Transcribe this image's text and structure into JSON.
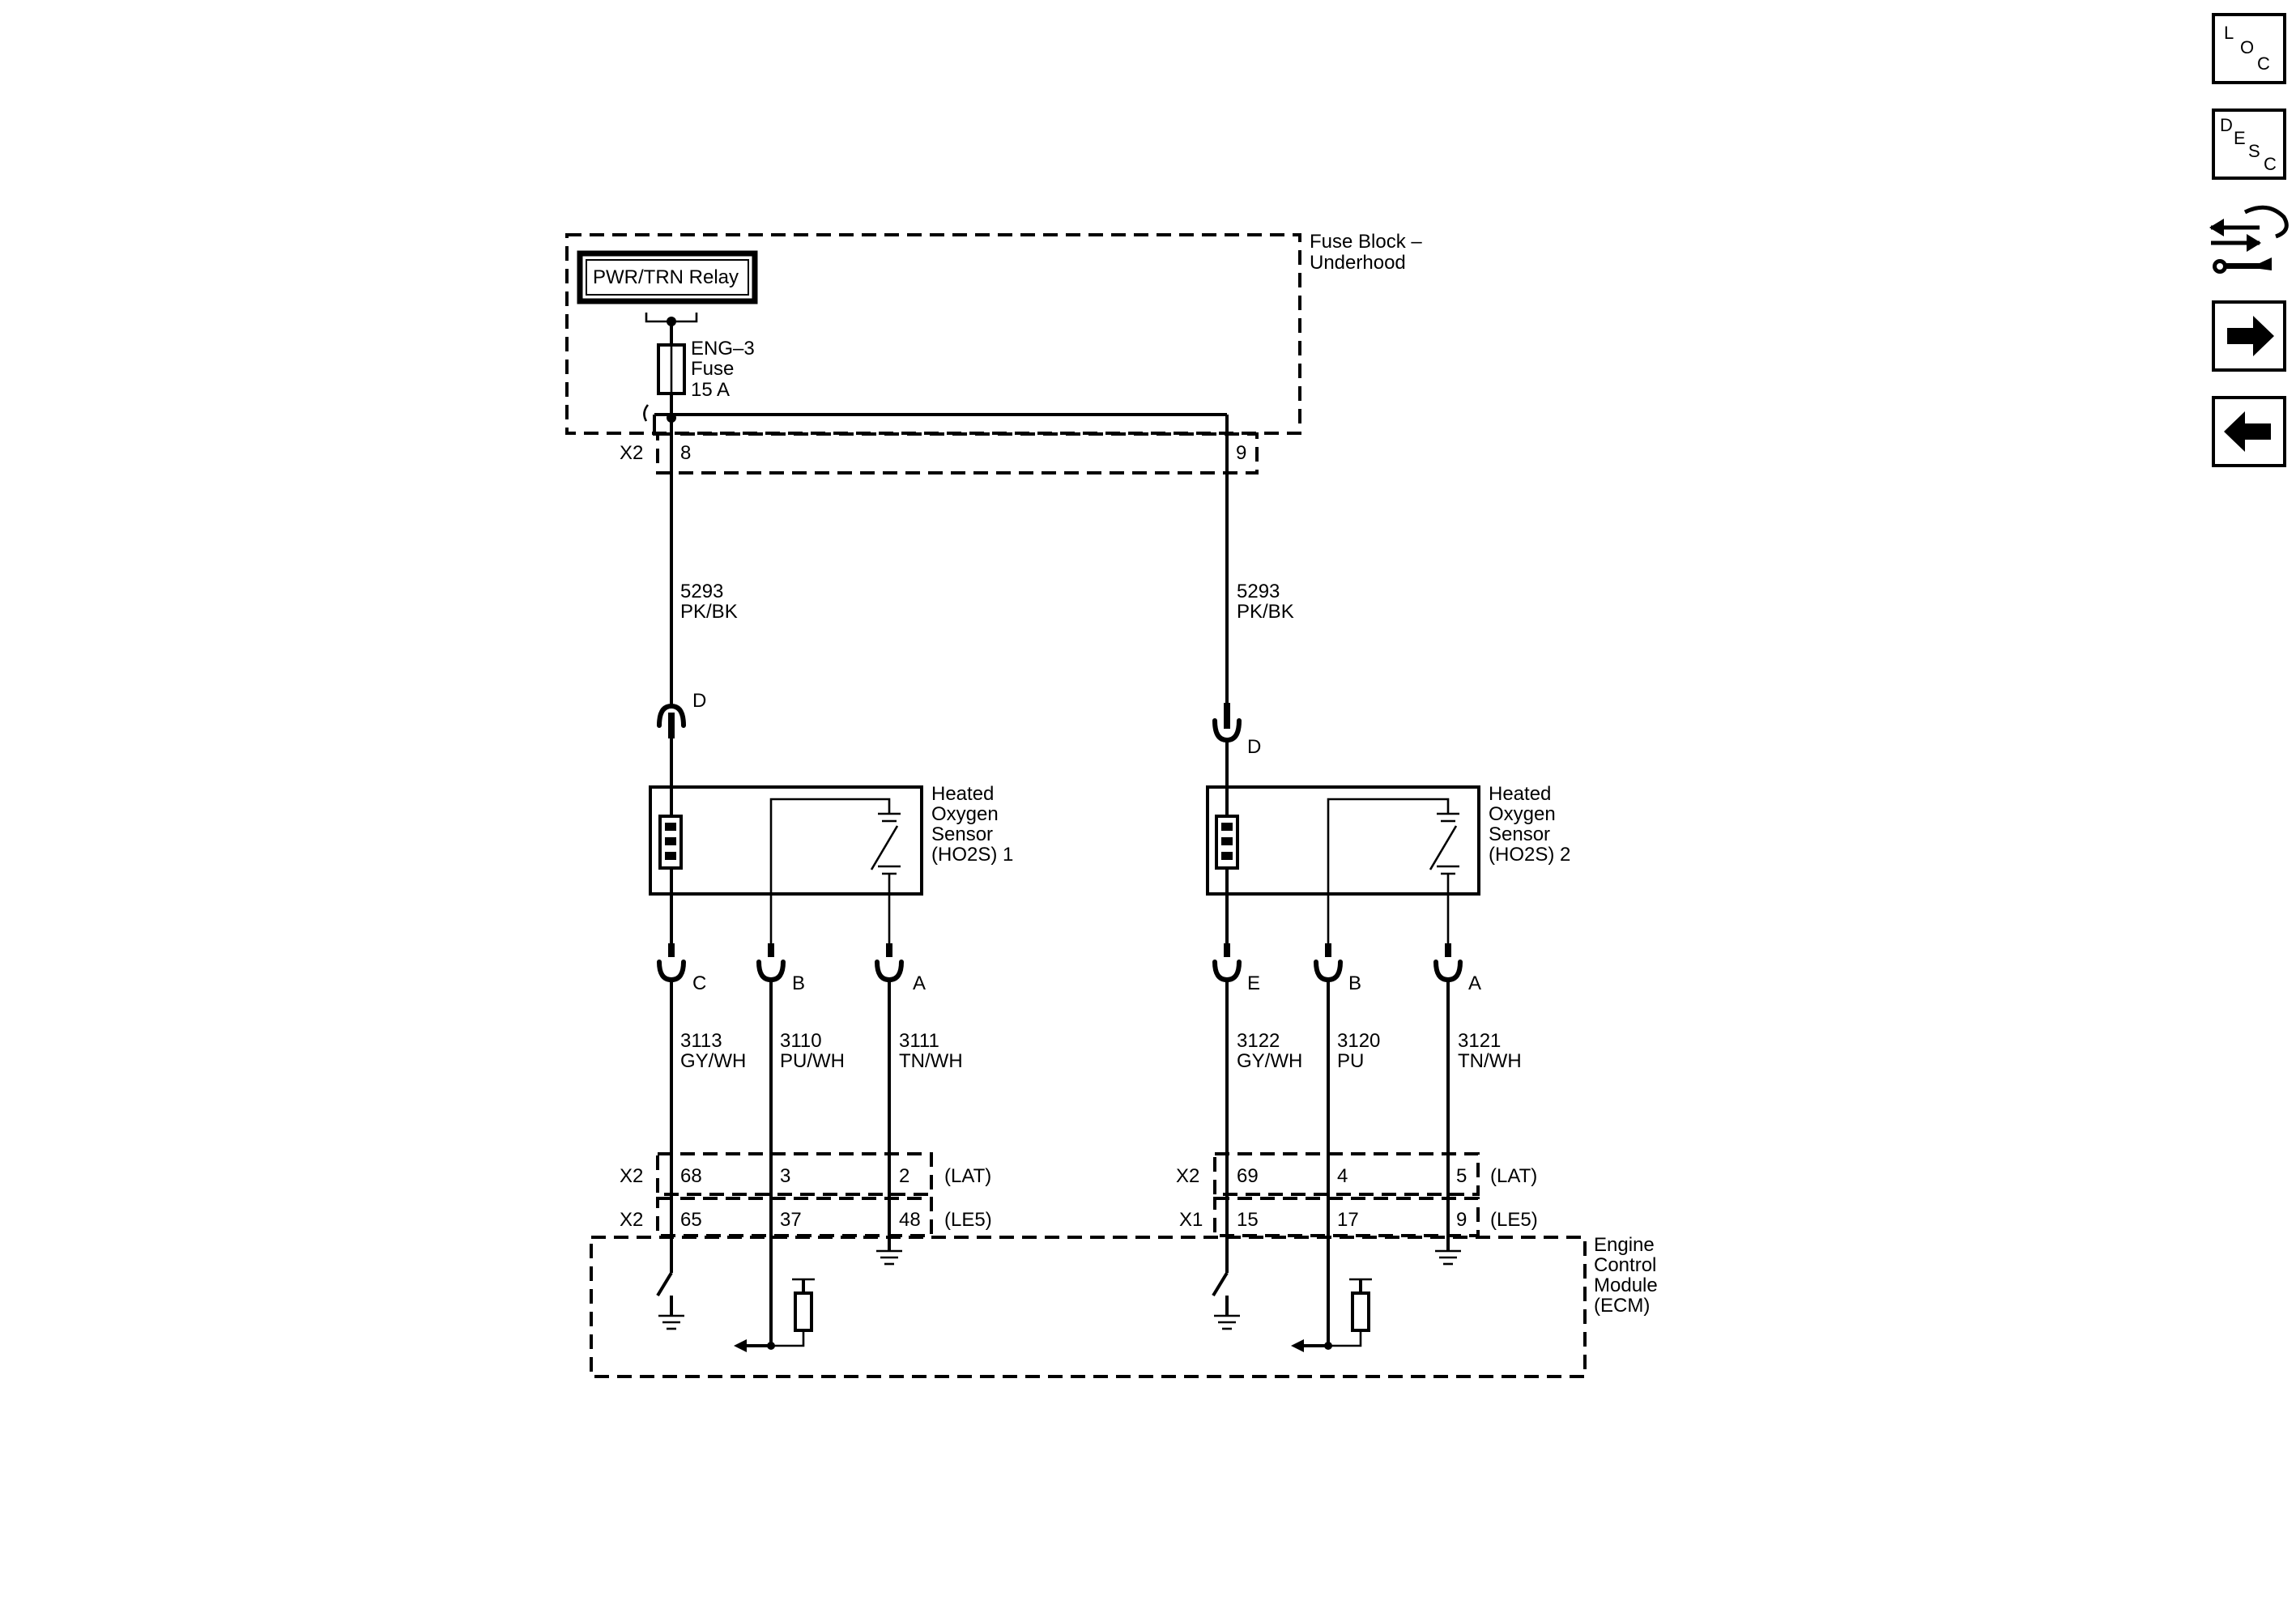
{
  "fuse_block": {
    "label_line1": "Fuse Block –",
    "label_line2": "Underhood",
    "relay": "PWR/TRN Relay",
    "fuse_line1": "ENG–3",
    "fuse_line2": "Fuse",
    "fuse_line3": "15 A",
    "connector": "X2",
    "pin_left": "8",
    "pin_right": "9"
  },
  "wires": {
    "feed_left": {
      "circuit": "5293",
      "color": "PK/BK"
    },
    "feed_right": {
      "circuit": "5293",
      "color": "PK/BK"
    }
  },
  "sensors": [
    {
      "name_line1": "Heated",
      "name_line2": "Oxygen",
      "name_line3": "Sensor",
      "name_line4": "(HO2S) 1",
      "feed_pin": "D",
      "pins": [
        "C",
        "B",
        "A"
      ],
      "circuits": [
        {
          "number": "3113",
          "color": "GY/WH"
        },
        {
          "number": "3110",
          "color": "PU/WH"
        },
        {
          "number": "3111",
          "color": "TN/WH"
        }
      ],
      "lat": {
        "connector": "X2",
        "pins": [
          "68",
          "3",
          "2"
        ],
        "variant": "(LAT)"
      },
      "le5": {
        "connector": "X2",
        "pins": [
          "65",
          "37",
          "48"
        ],
        "variant": "(LE5)"
      }
    },
    {
      "name_line1": "Heated",
      "name_line2": "Oxygen",
      "name_line3": "Sensor",
      "name_line4": "(HO2S) 2",
      "feed_pin": "D",
      "pins": [
        "E",
        "B",
        "A"
      ],
      "circuits": [
        {
          "number": "3122",
          "color": "GY/WH"
        },
        {
          "number": "3120",
          "color": "PU"
        },
        {
          "number": "3121",
          "color": "TN/WH"
        }
      ],
      "lat": {
        "connector": "X2",
        "pins": [
          "69",
          "4",
          "5"
        ],
        "variant": "(LAT)"
      },
      "le5": {
        "connector": "X1",
        "pins": [
          "15",
          "17",
          "9"
        ],
        "variant": "(LE5)"
      }
    }
  ],
  "ecm": {
    "label_line1": "Engine",
    "label_line2": "Control",
    "label_line3": "Module",
    "label_line4": "(ECM)"
  },
  "nav": {
    "loc": {
      "l1": "L",
      "l2": "O",
      "l3": "C",
      "icon": "location-icon"
    },
    "desc": {
      "l1": "D",
      "l2": "E",
      "l3": "S",
      "l4": "C",
      "icon": "description-icon"
    },
    "connector_icon": "connector-repair-icon",
    "next_icon": "arrow-right-icon",
    "prev_icon": "arrow-left-icon"
  },
  "colors": {
    "ink": "#000000",
    "background": "#ffffff"
  }
}
